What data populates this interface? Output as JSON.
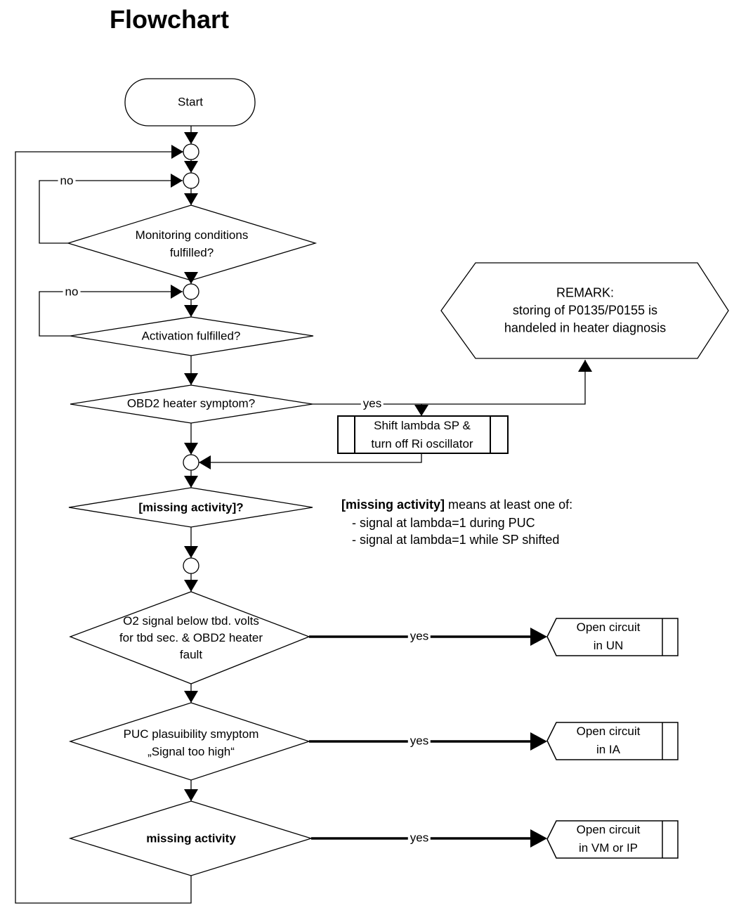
{
  "title": "Flowchart",
  "nodes": {
    "start": "Start",
    "monitoring": "Monitoring conditions\nfulfilled?",
    "activation": "Activation fulfilled?",
    "obd2": "OBD2 heater symptom?",
    "missing_q": "[missing activity]?",
    "o2_signal": "O2 signal below tbd. volts\nfor tbd sec. & OBD2 heater\nfault",
    "puc": "PUC plasuibility smyptom\n„Signal too high“",
    "missing": "missing activity",
    "shift_process": "Shift lambda SP &\nturn off Ri oscillator",
    "remark": "REMARK:\nstoring of P0135/P0155 is\nhandeled in heater diagnosis",
    "out_un": "Open circuit\nin UN",
    "out_ia": "Open circuit\nin IA",
    "out_vm": "Open circuit\nin VM or IP"
  },
  "edge_labels": {
    "no_monitoring": "no",
    "no_activation": "no",
    "yes_obd2": "yes",
    "yes_o2": "yes",
    "yes_puc": "yes",
    "yes_missing": "yes"
  },
  "note": {
    "bold": "[missing activity]",
    "rest": " means at least one of:",
    "items": [
      "- signal at lambda=1 during PUC",
      "- signal at lambda=1 while SP shifted"
    ]
  },
  "colors": {
    "ink": "#000000",
    "background": "#ffffff"
  }
}
